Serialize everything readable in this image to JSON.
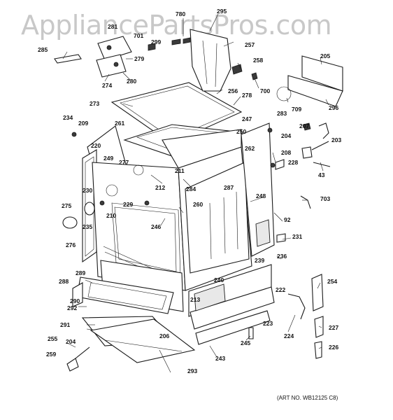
{
  "watermark": "AppliancePartsPros.com",
  "art_number": "(ART NO. WB12125 C8)",
  "part_labels": [
    "780",
    "295",
    "281",
    "701",
    "299",
    "257",
    "285",
    "279",
    "258",
    "274",
    "280",
    "205",
    "700",
    "273",
    "256",
    "278",
    "709",
    "296",
    "283",
    "247",
    "234",
    "209",
    "261",
    "250",
    "204",
    "207",
    "220",
    "262",
    "203",
    "208",
    "249",
    "277",
    "211",
    "228",
    "43",
    "284",
    "287",
    "230",
    "212",
    "275",
    "229",
    "260",
    "248",
    "703",
    "235",
    "210",
    "246",
    "92",
    "276",
    "231",
    "239",
    "236",
    "289",
    "288",
    "240",
    "222",
    "254",
    "290",
    "213",
    "292",
    "223",
    "227",
    "291",
    "224",
    "206",
    "255",
    "204",
    "245",
    "293",
    "243",
    "226",
    "259"
  ]
}
